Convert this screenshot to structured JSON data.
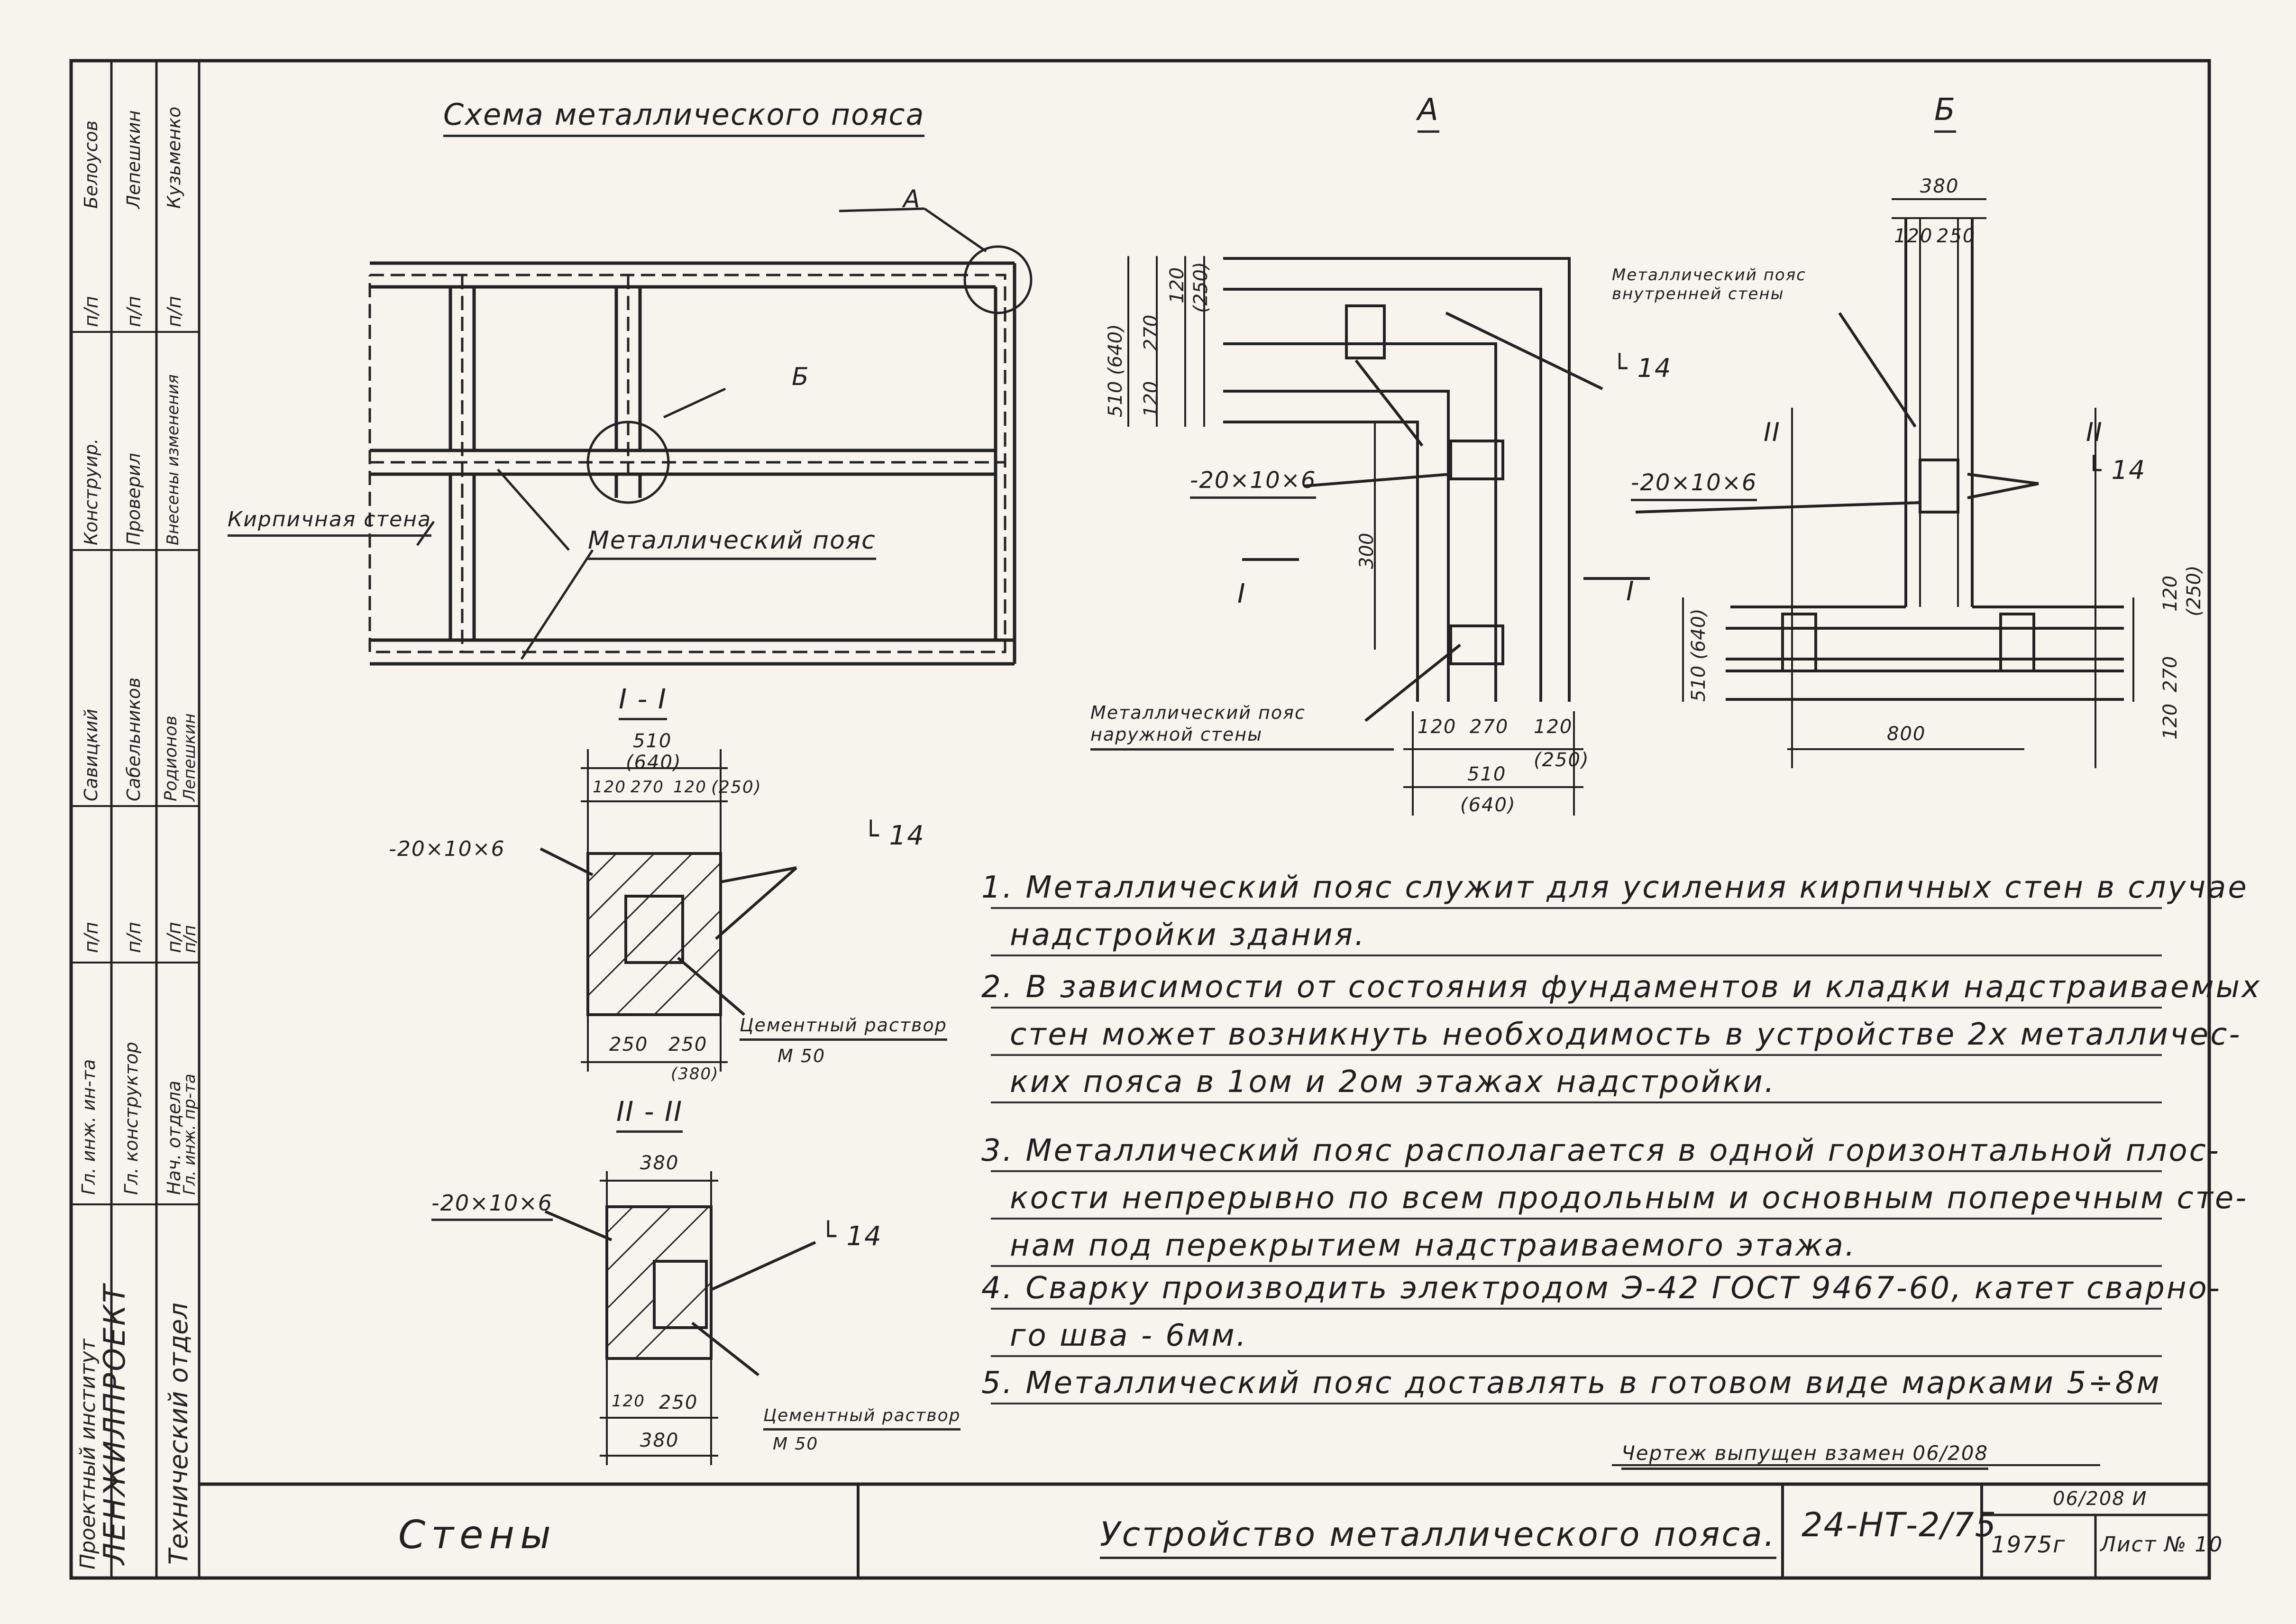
{
  "titles": {
    "scheme": "Схема металлического пояса",
    "node_a": "А",
    "node_b": "Б",
    "section_1": "I - I",
    "section_2": "II - II"
  },
  "plan": {
    "callout_a": "А",
    "callout_b": "Б",
    "brick_wall": "Кирпичная стена",
    "metal_belt": "Металлический пояс"
  },
  "node_a": {
    "d_510_640": "510 (640)",
    "d_270": "270",
    "d_120a": "120",
    "d_120b": "120",
    "d_250": "(250)",
    "angle": "└ 14",
    "plate": "-20×10×6",
    "cut_1a": "I",
    "cut_1b": "I",
    "d_300": "300",
    "outer_belt": "Металлический пояс наружной стены",
    "b_120a": "120",
    "b_270": "270",
    "b_120b": "120",
    "b_250": "(250)",
    "b_510": "510",
    "b_640": "(640)"
  },
  "node_b": {
    "d_380": "380",
    "d_120": "120",
    "d_250": "250",
    "inner_belt": "Металлический пояс внутренней стены",
    "cut_2a": "II",
    "cut_2b": "II",
    "angle": "└ 14",
    "plate": "-20×10×6",
    "d_510_640": "510 (640)",
    "r_120": "120",
    "r_250": "(250)",
    "r_270": "270",
    "r_120b": "120",
    "d_800": "800"
  },
  "section1": {
    "d_510": "510",
    "d_640": "(640)",
    "d_120": "120",
    "d_270": "270",
    "d_120b": "120",
    "d_250": "(250)",
    "plate": "-20×10×6",
    "angle": "└ 14",
    "d_250a": "250",
    "d_250b": "250",
    "d_380": "(380)",
    "mortar": "Цементный раствор",
    "mortar_grade": "М 50"
  },
  "section2": {
    "d_380": "380",
    "plate": "-20×10×6",
    "angle": "└ 14",
    "d_120": "120",
    "d_250": "250",
    "d_380b": "380",
    "mortar": "Цементный раствор",
    "mortar_grade": "М 50"
  },
  "notes": [
    "1. Металлический пояс служит для усиления кирпичных стен в случае",
    "надстройки здания.",
    "2. В зависимости от состояния фундаментов и кладки надстраиваемых",
    "стен может возникнуть необходимость в устройстве 2х металличес-",
    "ких пояса в 1ом и 2ом этажах надстройки.",
    "3. Металлический пояс располагается в одной горизонтальной плос-",
    "кости непрерывно по всем продольным и основным поперечным сте-",
    "нам под перекрытием надстраиваемого этажа.",
    "4. Сварку производить электродом Э-42 ГОСТ 9467-60, катет сварно-",
    "го шва - 6мм.",
    "5. Металлический пояс доставлять в готовом виде марками 5÷8м"
  ],
  "issued_instead": "Чертеж выпущен взамен 06/208",
  "title_block": {
    "section": "Стены",
    "title": "Устройство металлического пояса.",
    "code": "24-НТ-2/75",
    "replaced": "06/208 И",
    "year": "1975г",
    "sheet": "Лист № 10"
  },
  "side_stamp": {
    "institute": "Проектный институт",
    "org": "ЛЕНЖИЛПРОЕКТ",
    "dept": "Технический отдел",
    "roles": [
      "Гл. инж. ин-та",
      "Гл. конструктор",
      "Нач. отдела",
      "Гл. инж. пр-та"
    ],
    "pp": [
      "п/п",
      "п/п",
      "п/п",
      "п/п"
    ],
    "names": [
      "Савицкий",
      "Сабельников",
      "Родионов",
      "Лепешкин"
    ],
    "roles2": [
      "Конструир.",
      "Проверил",
      "Внесены изменения"
    ],
    "sigs": [
      "п/п",
      "п/п",
      "п/п"
    ],
    "names2": [
      "Белоусов",
      "Лепешкин",
      "Кузьменко"
    ]
  }
}
